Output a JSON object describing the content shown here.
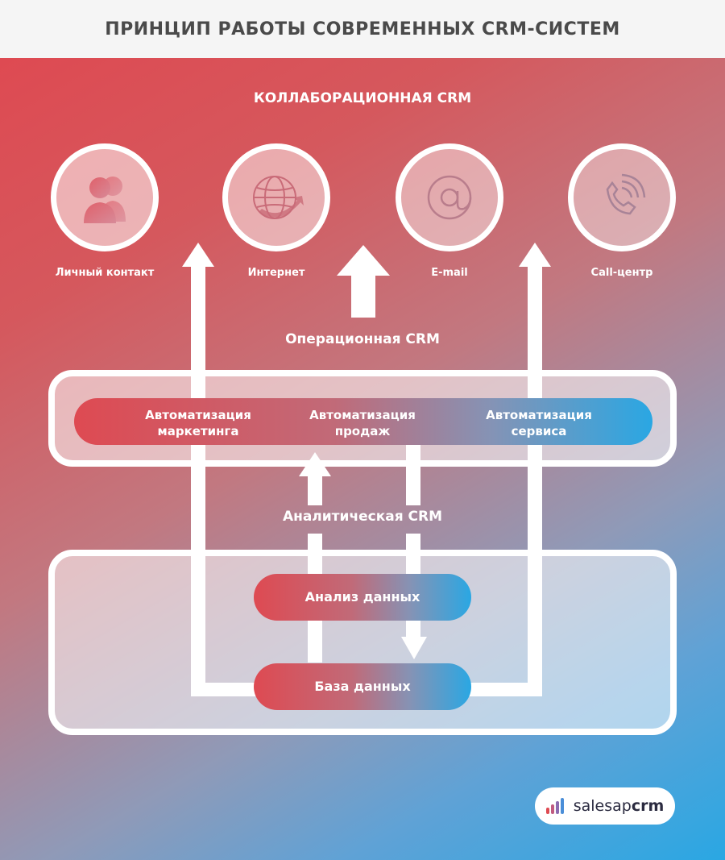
{
  "title": "ПРИНЦИП РАБОТЫ СОВРЕМЕННЫХ CRM-СИСТЕМ",
  "collaborative": {
    "title": "КОЛЛАБОРАЦИОННАЯ CRM",
    "channels": [
      {
        "label": "Личный контакт",
        "icon": "people-icon"
      },
      {
        "label": "Интернет",
        "icon": "globe-icon"
      },
      {
        "label": "E-mail",
        "icon": "at-sign-icon"
      },
      {
        "label": "Call-центр",
        "icon": "phone-icon"
      }
    ]
  },
  "operational": {
    "title": "Операционная CRM",
    "items": [
      {
        "line1": "Автоматизация",
        "line2": "маркетинга"
      },
      {
        "line1": "Автоматизация",
        "line2": "продаж"
      },
      {
        "line1": "Автоматизация",
        "line2": "сервиса"
      }
    ]
  },
  "analytical": {
    "title": "Аналитическая CRM",
    "analysis": "Анализ данных",
    "database": "База данных"
  },
  "logo": {
    "part1": "salesap",
    "part2": "crm"
  },
  "colors": {
    "red": "#de4a52",
    "blue": "#2aa7e3",
    "white": "#ffffff"
  }
}
